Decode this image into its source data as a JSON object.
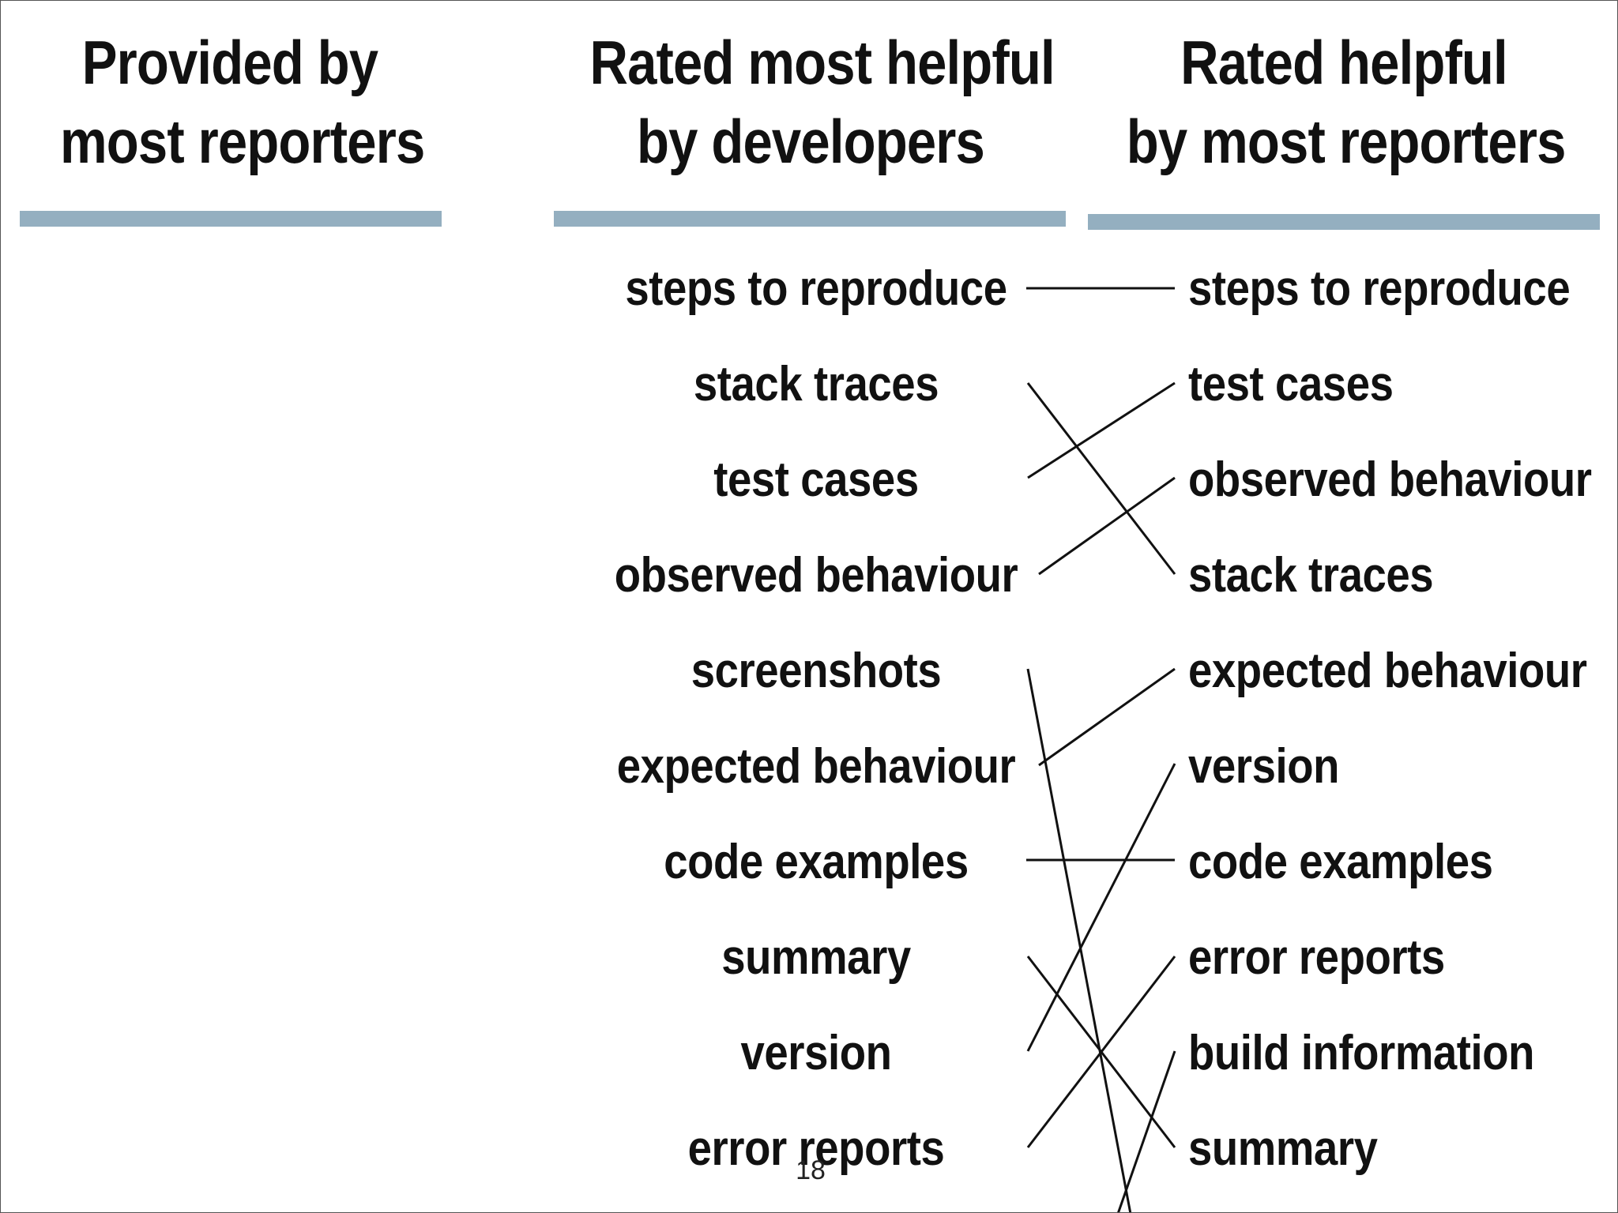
{
  "headers": {
    "provided": {
      "line1": "Provided by",
      "line2": "most reporters"
    },
    "developers": {
      "line1": "Rated most helpful",
      "line2": "by developers"
    },
    "reporters": {
      "line1": "Rated helpful",
      "line2": "by most reporters"
    }
  },
  "developer_ranking": [
    "steps to reproduce",
    "stack traces",
    "test cases",
    "observed behaviour",
    "screenshots",
    "expected behaviour",
    "code examples",
    "summary",
    "version",
    "error reports"
  ],
  "reporter_ranking": [
    "steps to reproduce",
    "test cases",
    "observed behaviour",
    "stack traces",
    "expected behaviour",
    "version",
    "code examples",
    "error reports",
    "build information",
    "summary"
  ],
  "connections": [
    {
      "from": "steps to reproduce",
      "to": "steps to reproduce"
    },
    {
      "from": "stack traces",
      "to": "stack traces"
    },
    {
      "from": "test cases",
      "to": "test cases"
    },
    {
      "from": "observed behaviour",
      "to": "observed behaviour"
    },
    {
      "from": "screenshots",
      "to": "(below visible area)"
    },
    {
      "from": "expected behaviour",
      "to": "expected behaviour"
    },
    {
      "from": "code examples",
      "to": "code examples"
    },
    {
      "from": "summary",
      "to": "summary"
    },
    {
      "from": "version",
      "to": "version"
    },
    {
      "from": "error reports",
      "to": "error reports"
    },
    {
      "from": "(below visible area)",
      "to": "build information"
    }
  ],
  "colors": {
    "bar": "#94afc0",
    "text": "#111111",
    "line": "#111111"
  },
  "page_number": "18"
}
